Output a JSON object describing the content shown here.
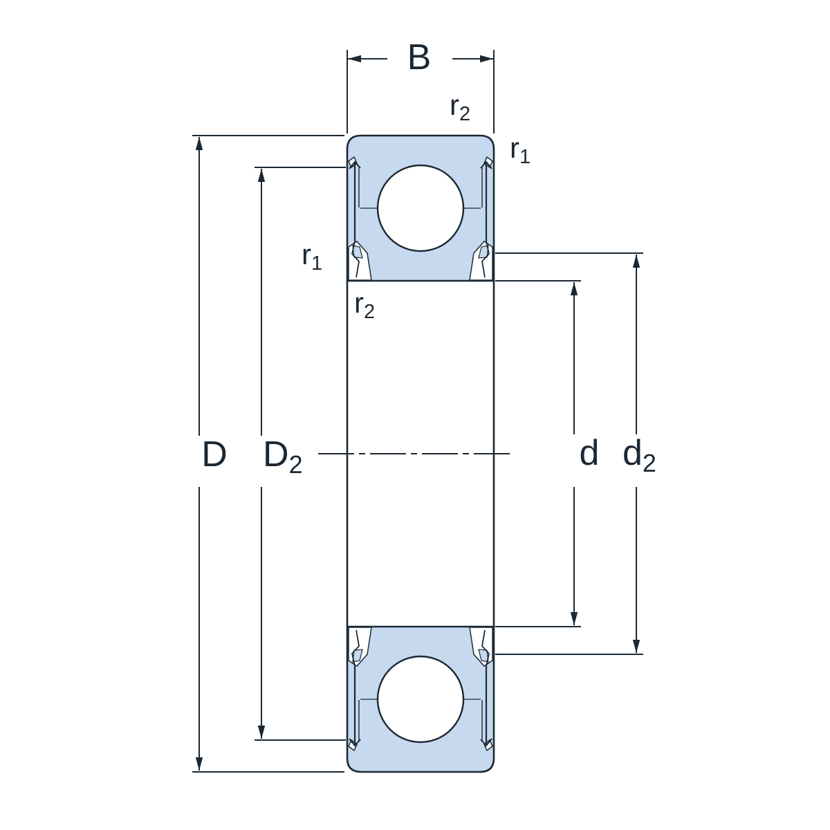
{
  "diagram": {
    "type": "deep-groove-ball-bearing-cross-section",
    "labels": {
      "width": {
        "base": "B",
        "sub": ""
      },
      "outer_diameter": {
        "base": "D",
        "sub": ""
      },
      "recess_outer_diameter": {
        "base": "D",
        "sub": "2"
      },
      "bore_diameter": {
        "base": "d",
        "sub": ""
      },
      "recess_inner_diameter": {
        "base": "d",
        "sub": "2"
      },
      "chamfer_r2_top": {
        "base": "r",
        "sub": "2"
      },
      "chamfer_r1_top_right": {
        "base": "r",
        "sub": "1"
      },
      "chamfer_r1_left": {
        "base": "r",
        "sub": "1"
      },
      "chamfer_r2_left": {
        "base": "r",
        "sub": "2"
      }
    }
  },
  "colors": {
    "bearing_fill": "#c7d9ee",
    "line_color": "#1b2833",
    "dim_color": "#1b2833",
    "background": "#ffffff"
  }
}
